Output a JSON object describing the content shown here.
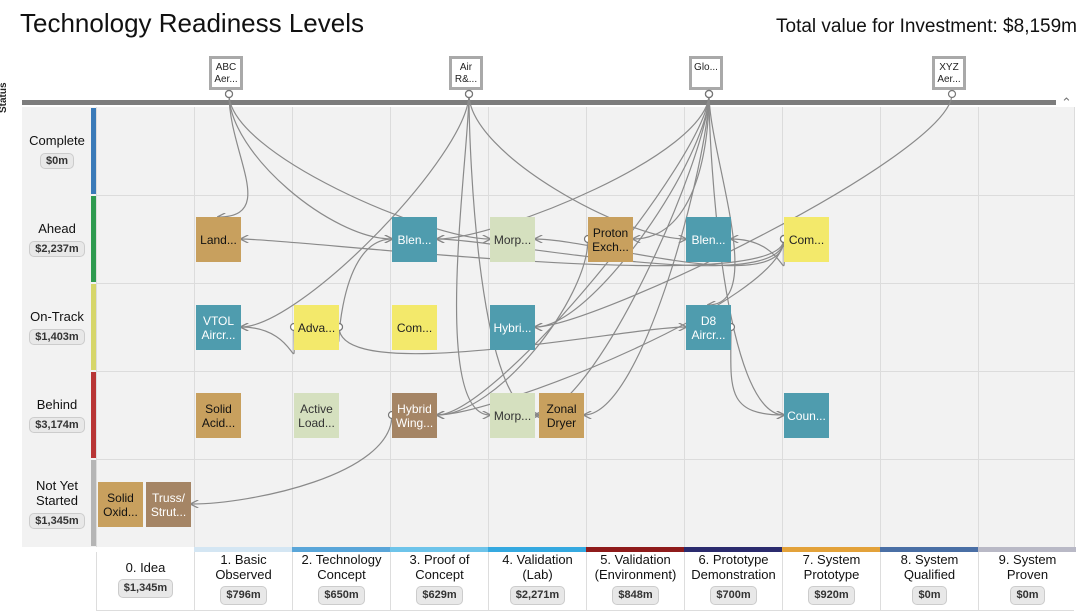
{
  "header": {
    "title": "Technology Readiness Levels",
    "total": "Total value for Investment: $8,159m"
  },
  "status_axis_label": "Status",
  "partners": [
    {
      "id": "abc",
      "label": "ABC Aer..."
    },
    {
      "id": "air",
      "label": "Air R&..."
    },
    {
      "id": "glo",
      "label": "Glo..."
    },
    {
      "id": "xyz",
      "label": "XYZ Aer..."
    }
  ],
  "rows": [
    {
      "label": "Complete",
      "value": "$0m",
      "color": "#3a7ab8"
    },
    {
      "label": "Ahead",
      "value": "$2,237m",
      "color": "#2e9a4f"
    },
    {
      "label": "On-Track",
      "value": "$1,403m",
      "color": "#d6d66a"
    },
    {
      "label": "Behind",
      "value": "$3,174m",
      "color": "#b83535"
    },
    {
      "label": "Not Yet Started",
      "value": "$1,345m",
      "color": "#b5b5b5"
    }
  ],
  "columns": [
    {
      "label": "0. Idea",
      "value": "$1,345m",
      "color": "#ffffff"
    },
    {
      "label": "1. Basic Observed",
      "value": "$796m",
      "color": "#d4e6f3"
    },
    {
      "label": "2. Technology Concept",
      "value": "$650m",
      "color": "#5aa6d9"
    },
    {
      "label": "3. Proof of Concept",
      "value": "$629m",
      "color": "#6ec4ea"
    },
    {
      "label": "4. Validation (Lab)",
      "value": "$2,271m",
      "color": "#35a9e0"
    },
    {
      "label": "5. Validation (Environment)",
      "value": "$848m",
      "color": "#8e1b1b"
    },
    {
      "label": "6. Prototype Demonstration",
      "value": "$700m",
      "color": "#2b2b6e"
    },
    {
      "label": "7. System Prototype",
      "value": "$920m",
      "color": "#e3a23a"
    },
    {
      "label": "8. System Qualified",
      "value": "$0m",
      "color": "#4a6fa5"
    },
    {
      "label": "9. System Proven",
      "value": "$0m",
      "color": "#b9b9c6"
    }
  ],
  "projects": [
    {
      "id": "land",
      "label": "Land...",
      "style": "tan"
    },
    {
      "id": "blen3",
      "label": "Blen...",
      "style": "teal"
    },
    {
      "id": "morp4a",
      "label": "Morp...",
      "style": "sage"
    },
    {
      "id": "proton",
      "label": "Proton Exch...",
      "style": "tan"
    },
    {
      "id": "blen6",
      "label": "Blen...",
      "style": "teal"
    },
    {
      "id": "com7",
      "label": "Com...",
      "style": "yellow"
    },
    {
      "id": "vtol",
      "label": "VTOL Aircr...",
      "style": "teal"
    },
    {
      "id": "adva",
      "label": "Adva...",
      "style": "yellow"
    },
    {
      "id": "com3",
      "label": "Com...",
      "style": "yellow"
    },
    {
      "id": "hybri",
      "label": "Hybri...",
      "style": "teal"
    },
    {
      "id": "d8",
      "label": "D8 Aircr...",
      "style": "teal"
    },
    {
      "id": "solidacid",
      "label": "Solid Acid...",
      "style": "tan"
    },
    {
      "id": "activeload",
      "label": "Active Load...",
      "style": "sage"
    },
    {
      "id": "hybridwing",
      "label": "Hybrid Wing...",
      "style": "brown"
    },
    {
      "id": "morp4b",
      "label": "Morp...",
      "style": "sage"
    },
    {
      "id": "zonal",
      "label": "Zonal Dryer",
      "style": "tan"
    },
    {
      "id": "coun",
      "label": "Coun...",
      "style": "teal"
    },
    {
      "id": "solidoxid",
      "label": "Solid Oxid...",
      "style": "tan"
    },
    {
      "id": "truss",
      "label": "Truss/ Strut...",
      "style": "brown"
    }
  ],
  "links": [
    [
      "abc",
      "blen3"
    ],
    [
      "abc",
      "morp4a"
    ],
    [
      "abc",
      "land"
    ],
    [
      "air",
      "vtol"
    ],
    [
      "air",
      "zonal"
    ],
    [
      "air",
      "blen6"
    ],
    [
      "air",
      "morp4b"
    ],
    [
      "glo",
      "d8"
    ],
    [
      "glo",
      "hybridwing"
    ],
    [
      "glo",
      "hybri"
    ],
    [
      "glo",
      "coun"
    ],
    [
      "glo",
      "blen3"
    ],
    [
      "glo",
      "morp4b"
    ],
    [
      "glo",
      "zonal"
    ],
    [
      "glo",
      "proton"
    ],
    [
      "xyz",
      "hybri"
    ],
    [
      "adva",
      "vtol"
    ],
    [
      "adva",
      "blen3"
    ],
    [
      "adva",
      "d8"
    ],
    [
      "com7",
      "land"
    ],
    [
      "com7",
      "blen6"
    ],
    [
      "com7",
      "blen3"
    ],
    [
      "com7",
      "morp4a"
    ],
    [
      "com7",
      "hybridwing"
    ],
    [
      "proton",
      "hybridwing"
    ],
    [
      "hybridwing",
      "truss"
    ],
    [
      "d8",
      "coun"
    ]
  ]
}
